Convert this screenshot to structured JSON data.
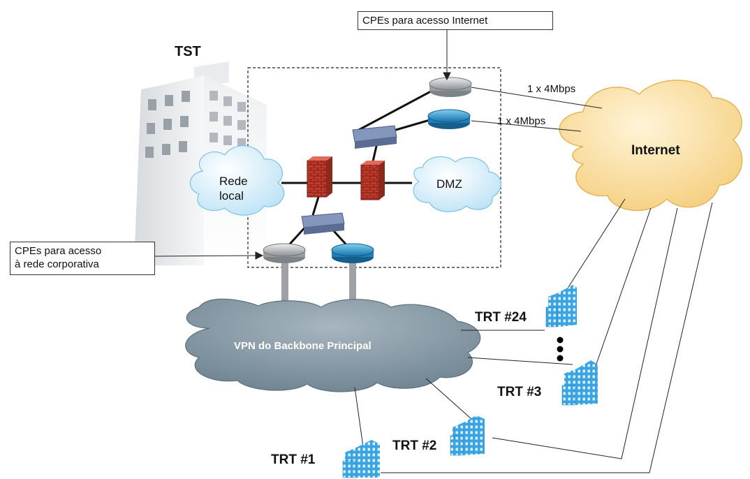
{
  "callouts": {
    "internet_cpe": "CPEs para acesso Internet",
    "corporate_cpe_line1": "CPEs para acesso",
    "corporate_cpe_line2": "à rede corporativa"
  },
  "building_label": "TST",
  "clouds": {
    "internet": "Internet",
    "lan_line1": "Rede",
    "lan_line2": "local",
    "dmz": "DMZ",
    "vpn": "VPN do Backbone Principal"
  },
  "links": {
    "internet_link_1": "1 x 4Mbps",
    "internet_link_2": "1 x 4Mbps"
  },
  "sites": {
    "trt24": "TRT #24",
    "trt3": "TRT #3",
    "trt2": "TRT #2",
    "trt1": "TRT #1"
  },
  "colors": {
    "internet_cloud": "#fce2a6",
    "lan_cloud": "#dff1fb",
    "vpn_cloud": "#869aa6",
    "firewall": "#c0392b",
    "router_gray": "#b8bcc0",
    "router_blue": "#2f8fc8",
    "switch": "#7f91b6",
    "site_building": "#3ba3e0"
  }
}
